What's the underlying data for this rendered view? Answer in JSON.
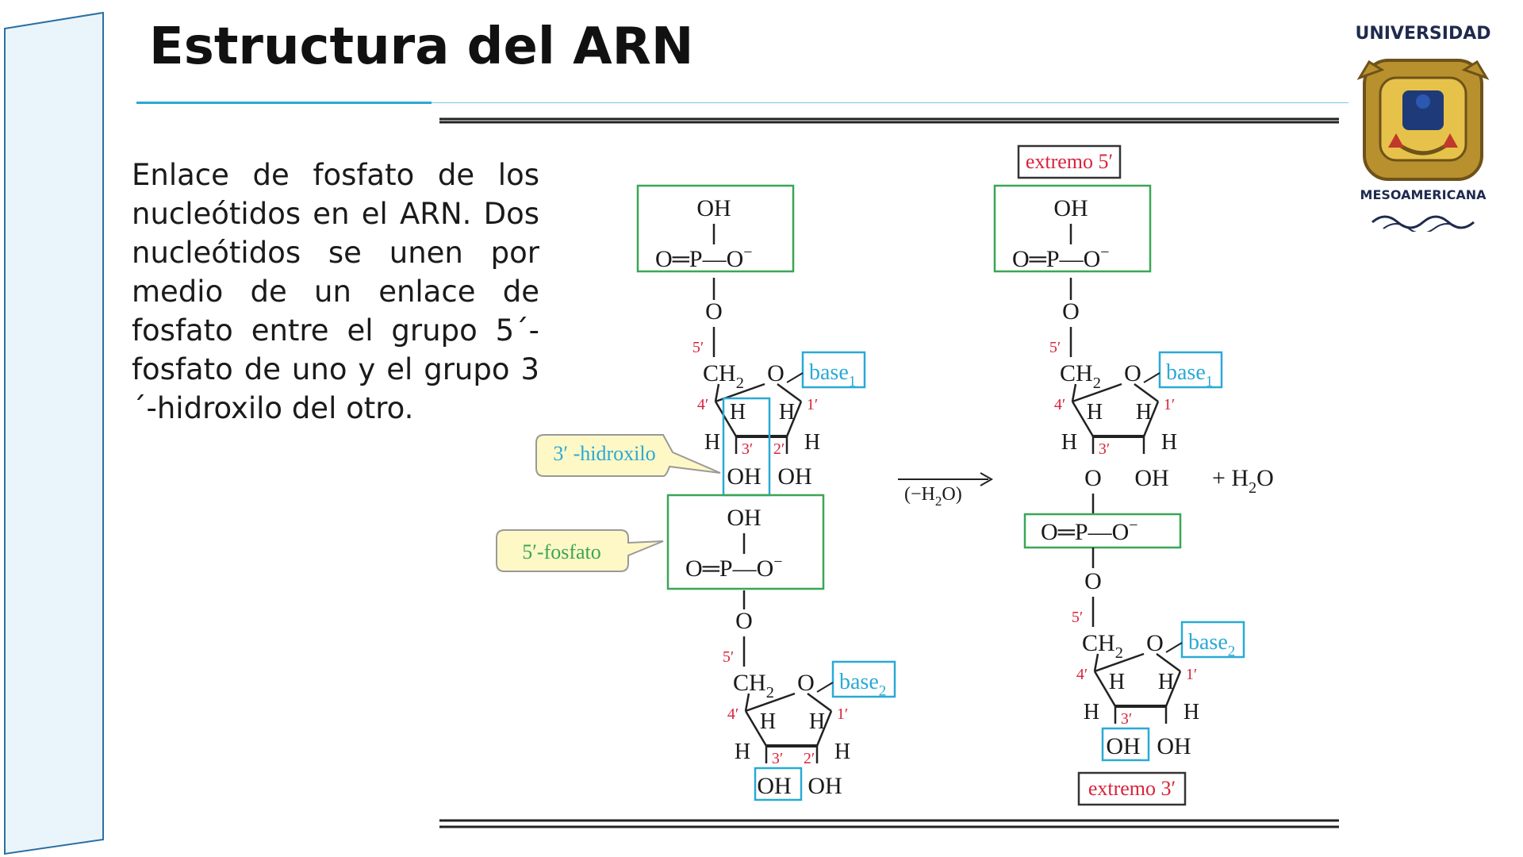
{
  "slide": {
    "title": "Estructura del ARN",
    "body": "Enlace de fosfato de los nucleótidos en el ARN. Dos nucleótidos se unen por medio de un enlace de fosfato entre el grupo 5´-fosfato de uno y el grupo 3´-hidroxilo del otro."
  },
  "logo": {
    "top_text": "UNIVERSIDAD",
    "bottom_text": "MESOAMERICANA"
  },
  "colors": {
    "accent": "#2aa9d6",
    "phosphate_box": "#3aa655",
    "base_box": "#2aa9d6",
    "label_red": "#d8243d",
    "callout_fill": "#fdf8c6",
    "text": "#1a1a1a"
  },
  "diagram": {
    "oh": "OH",
    "o": "O",
    "h": "H",
    "ch2_main": "CH",
    "ch2_sub": "2",
    "phosphate_row": "O═P—O",
    "minus": "−",
    "base_word": "base",
    "base1_sub": "1",
    "base2_sub": "2",
    "pos_5": "5′",
    "pos_4": "4′",
    "pos_3": "3′",
    "pos_2": "2′",
    "pos_1": "1′",
    "callout_hidroxilo": "3′ -hidroxilo",
    "callout_fosfato": "5′-fosfato",
    "extremo_5": "extremo 5′",
    "extremo_3": "extremo 3′",
    "water_loss_a": "(−H",
    "water_loss_sub": "2",
    "water_loss_b": "O)",
    "plus_water_a": "+ H",
    "plus_water_sub": "2",
    "plus_water_b": "O"
  }
}
